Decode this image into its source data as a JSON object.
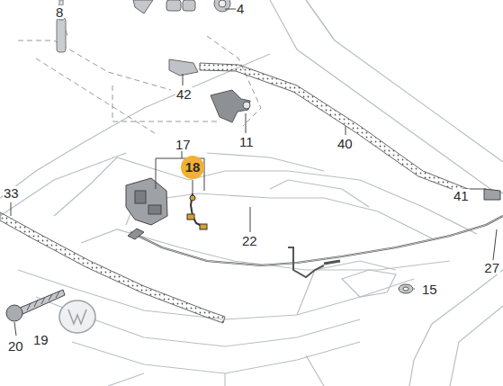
{
  "diagram": {
    "labels": [
      "8",
      "4",
      "42",
      "11",
      "17",
      "18",
      "40",
      "33",
      "41",
      "22",
      "27",
      "15",
      "20",
      "19"
    ]
  }
}
